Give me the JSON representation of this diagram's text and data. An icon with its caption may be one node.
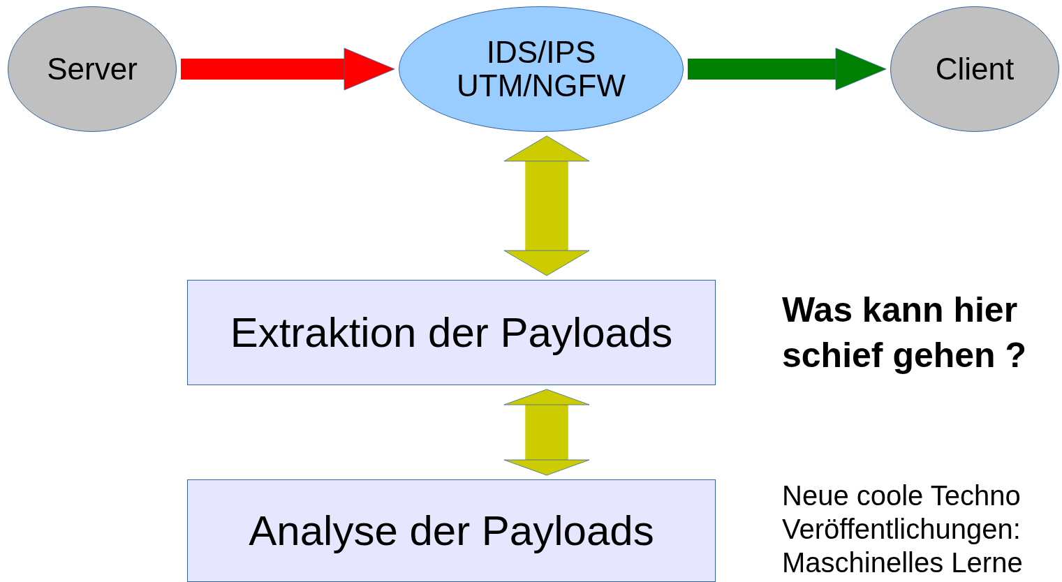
{
  "diagram": {
    "nodes": [
      {
        "text": [
          "Server"
        ]
      },
      {
        "text": [
          "IDS/IPS UTM/NGFW"
        ]
      },
      {
        "text": [
          "Client"
        ]
      },
      {
        "text": [
          "Extraktion der Payloads"
        ]
      },
      {
        "text": [
          "Analyse der Payloads"
        ]
      }
    ],
    "edges": [
      {
        "from": 0,
        "to": 1,
        "arrow": "to",
        "color": "#ff0000"
      },
      {
        "from": 1,
        "to": 2,
        "arrow": "to",
        "color": "#008000"
      },
      {
        "from": 1,
        "to": 3,
        "arrow": "both",
        "style": "thick"
      },
      {
        "from": 3,
        "to": 4,
        "arrow": "both",
        "style": "thick"
      }
    ],
    "labels": [
      "Was kann hier schief gehen ?",
      "Neue coole Techno Veröffentlichungen: Maschinelles Lerne"
    ]
  }
}
